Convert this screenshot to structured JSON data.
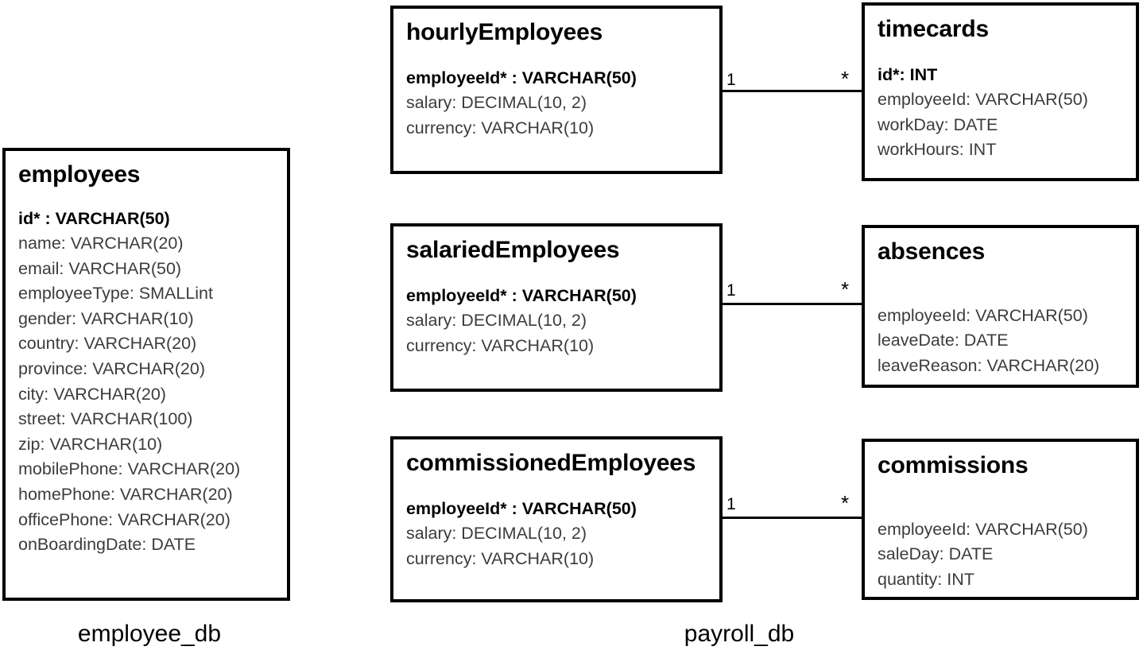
{
  "diagram": {
    "type": "entity-relationship-diagram",
    "databases": [
      {
        "name": "employee_db",
        "caption": "employee_db"
      },
      {
        "name": "payroll_db",
        "caption": "payroll_db"
      }
    ],
    "entities": [
      {
        "id": "employees",
        "title": "employees",
        "database": "employee_db",
        "attributes": [
          {
            "text": "id* : VARCHAR(50)",
            "primary_key": true
          },
          {
            "text": "name: VARCHAR(20)",
            "primary_key": false
          },
          {
            "text": "email: VARCHAR(50)",
            "primary_key": false
          },
          {
            "text": "employeeType: SMALLint",
            "primary_key": false
          },
          {
            "text": "gender: VARCHAR(10)",
            "primary_key": false
          },
          {
            "text": "country: VARCHAR(20)",
            "primary_key": false
          },
          {
            "text": "province: VARCHAR(20)",
            "primary_key": false
          },
          {
            "text": "city: VARCHAR(20)",
            "primary_key": false
          },
          {
            "text": "street: VARCHAR(100)",
            "primary_key": false
          },
          {
            "text": "zip: VARCHAR(10)",
            "primary_key": false
          },
          {
            "text": "mobilePhone: VARCHAR(20)",
            "primary_key": false
          },
          {
            "text": "homePhone: VARCHAR(20)",
            "primary_key": false
          },
          {
            "text": "officePhone: VARCHAR(20)",
            "primary_key": false
          },
          {
            "text": "onBoardingDate: DATE",
            "primary_key": false
          }
        ]
      },
      {
        "id": "hourlyEmployees",
        "title": "hourlyEmployees",
        "database": "payroll_db",
        "attributes": [
          {
            "text": "employeeId* : VARCHAR(50)",
            "primary_key": true
          },
          {
            "text": "salary: DECIMAL(10, 2)",
            "primary_key": false
          },
          {
            "text": "currency: VARCHAR(10)",
            "primary_key": false
          }
        ]
      },
      {
        "id": "timecards",
        "title": "timecards",
        "database": "payroll_db",
        "attributes": [
          {
            "text": "id*: INT",
            "primary_key": true
          },
          {
            "text": "employeeId: VARCHAR(50)",
            "primary_key": false
          },
          {
            "text": "workDay: DATE",
            "primary_key": false
          },
          {
            "text": "workHours: INT",
            "primary_key": false
          }
        ]
      },
      {
        "id": "salariedEmployees",
        "title": "salariedEmployees",
        "database": "payroll_db",
        "attributes": [
          {
            "text": "employeeId* : VARCHAR(50)",
            "primary_key": true
          },
          {
            "text": "salary: DECIMAL(10, 2)",
            "primary_key": false
          },
          {
            "text": "currency: VARCHAR(10)",
            "primary_key": false
          }
        ]
      },
      {
        "id": "absences",
        "title": "absences",
        "database": "payroll_db",
        "attributes": [
          {
            "text": "employeeId: VARCHAR(50)",
            "primary_key": false
          },
          {
            "text": "leaveDate: DATE",
            "primary_key": false
          },
          {
            "text": "leaveReason: VARCHAR(20)",
            "primary_key": false
          }
        ]
      },
      {
        "id": "commissionedEmployees",
        "title": "commissionedEmployees",
        "database": "payroll_db",
        "attributes": [
          {
            "text": "employeeId* : VARCHAR(50)",
            "primary_key": true
          },
          {
            "text": "salary: DECIMAL(10, 2)",
            "primary_key": false
          },
          {
            "text": "currency: VARCHAR(10)",
            "primary_key": false
          }
        ]
      },
      {
        "id": "commissions",
        "title": "commissions",
        "database": "payroll_db",
        "attributes": [
          {
            "text": "employeeId: VARCHAR(50)",
            "primary_key": false
          },
          {
            "text": "saleDay: DATE",
            "primary_key": false
          },
          {
            "text": "quantity: INT",
            "primary_key": false
          }
        ]
      }
    ],
    "relationships": [
      {
        "from": "hourlyEmployees",
        "to": "timecards",
        "from_cardinality": "1",
        "to_cardinality": "*"
      },
      {
        "from": "salariedEmployees",
        "to": "absences",
        "from_cardinality": "1",
        "to_cardinality": "*"
      },
      {
        "from": "commissionedEmployees",
        "to": "commissions",
        "from_cardinality": "1",
        "to_cardinality": "*"
      }
    ],
    "colors": {
      "border": "#000000",
      "background": "#ffffff",
      "title_text": "#000000",
      "attribute_text": "#3c3c3c",
      "primary_key_text": "#000000"
    }
  }
}
